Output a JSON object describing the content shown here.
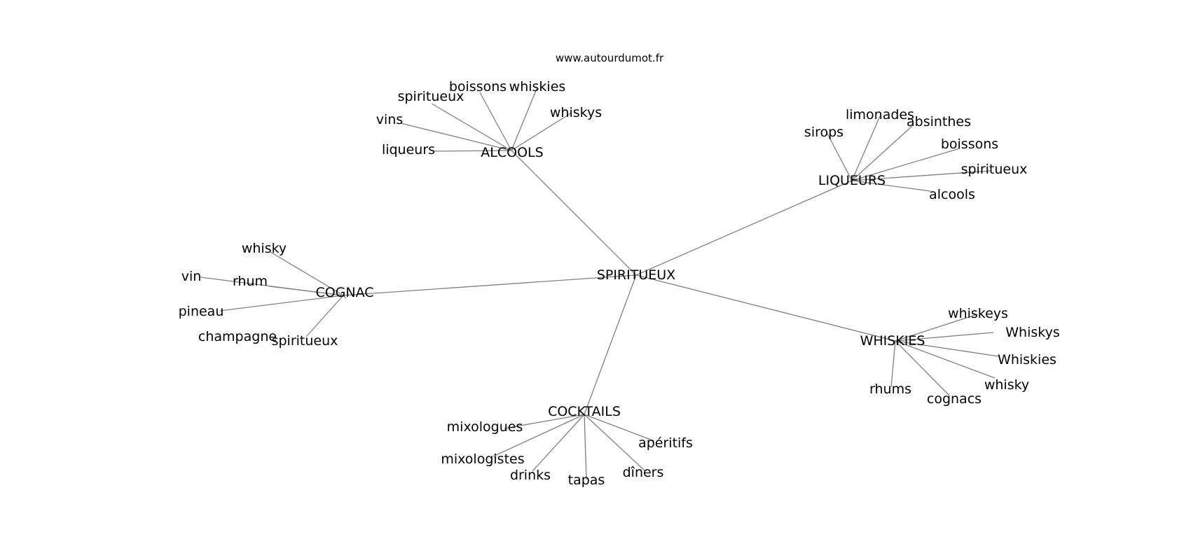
{
  "watermark": "www.autourdumot.fr",
  "graph": {
    "root": "SPIRITUEUX",
    "hubs": [
      {
        "label": "ALCOOLS",
        "leaves": [
          "boissons",
          "whiskies",
          "spiritueux",
          "vins",
          "whiskys",
          "liqueurs"
        ]
      },
      {
        "label": "LIQUEURS",
        "leaves": [
          "limonades",
          "absinthes",
          "sirops",
          "boissons",
          "spiritueux",
          "alcools"
        ]
      },
      {
        "label": "COGNAC",
        "leaves": [
          "whisky",
          "vin",
          "rhum",
          "pineau",
          "champagne",
          "spiritueux"
        ]
      },
      {
        "label": "WHISKIES",
        "leaves": [
          "whiskeys",
          "Whiskys",
          "Whiskies",
          "whisky",
          "rhums",
          "cognacs"
        ]
      },
      {
        "label": "COCKTAILS",
        "leaves": [
          "mixologues",
          "apéritifs",
          "mixologistes",
          "dîners",
          "drinks",
          "tapas"
        ]
      }
    ]
  }
}
